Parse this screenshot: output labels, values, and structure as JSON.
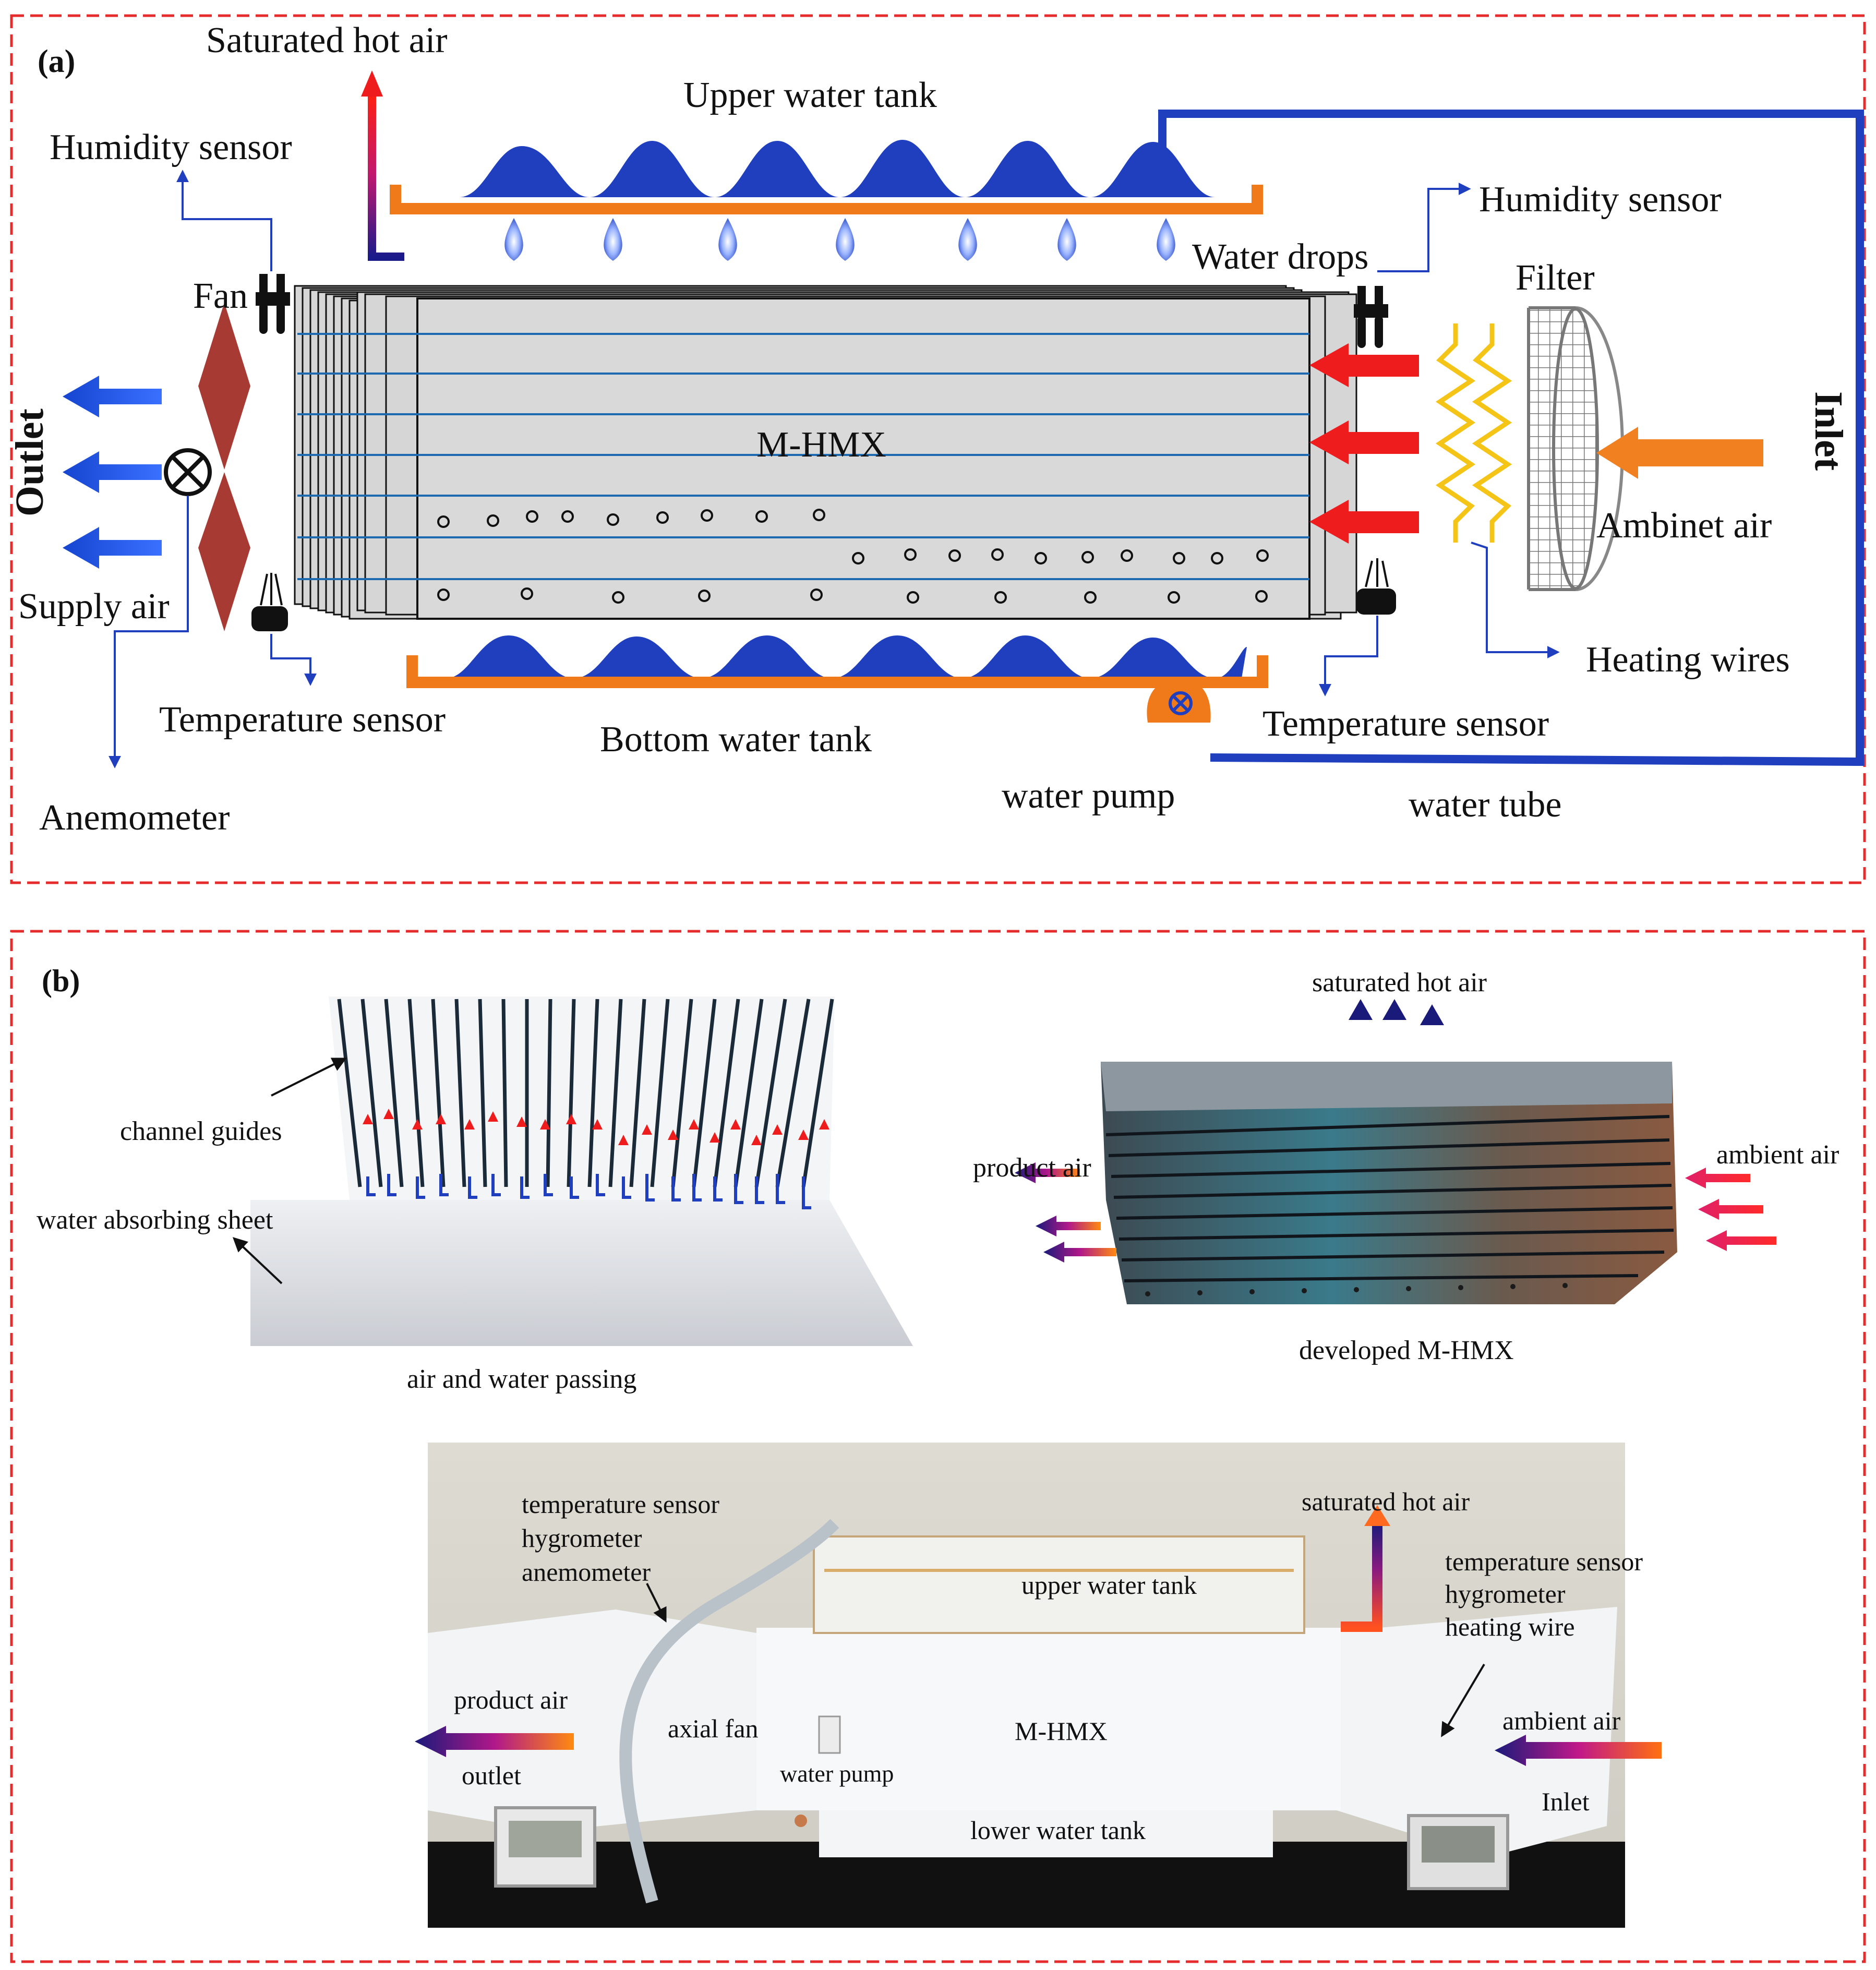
{
  "panel_a": {
    "tag": "(a)",
    "labels": {
      "saturated_hot_air": "Saturated hot air",
      "upper_water_tank": "Upper water tank",
      "humidity_sensor_left": "Humidity sensor",
      "humidity_sensor_right": "Humidity sensor",
      "fan": "Fan",
      "water_drops": "Water drops",
      "filter": "Filter",
      "outlet": "Outlet",
      "inlet": "Inlet",
      "mhmx": "M-HMX",
      "ambient_air": "Ambinet air",
      "supply_air": "Supply air",
      "heating_wires": "Heating wires",
      "temperature_sensor_left": "Temperature sensor",
      "temperature_sensor_right": "Temperature sensor",
      "bottom_water_tank": "Bottom water tank",
      "anemometer": "Anemometer",
      "water_pump": "water pump",
      "water_tube": "water tube"
    }
  },
  "panel_b": {
    "tag": "(b)",
    "labels": {
      "channel_guides": "channel guides",
      "water_absorbing_sheet": "water absorbing sheet",
      "air_and_water_passing": "air and water passing",
      "saturated_hot_air_top": "saturated hot air",
      "product_air_right": "product air",
      "ambient_air_right": "ambient air",
      "developed_mhmx": "developed M-HMX",
      "temp_sensor_1": "temperature sensor",
      "hygrometer_1": "hygrometer",
      "anemometer_1": "anemometer",
      "saturated_hot_air_bottom": "saturated hot air",
      "upper_water_tank": "upper water tank",
      "temp_sensor_2": "temperature sensor",
      "hygrometer_2": "hygrometer",
      "heating_wire_2": "heating wire",
      "product_air_bottom": "product air",
      "axial_fan": "axial fan",
      "mhmx": "M-HMX",
      "ambient_air_bottom": "ambient air",
      "outlet": "outlet",
      "water_pump": "water pump",
      "inlet": "Inlet",
      "lower_water_tank": "lower water  tank"
    }
  },
  "colors": {
    "frame": "#e52b2b",
    "water": "#1f3fbf",
    "tank": "#f07a1a",
    "fan": "#a83a34",
    "red_arrow": "#ee1c1c",
    "orange_arrow": "#f08020"
  }
}
